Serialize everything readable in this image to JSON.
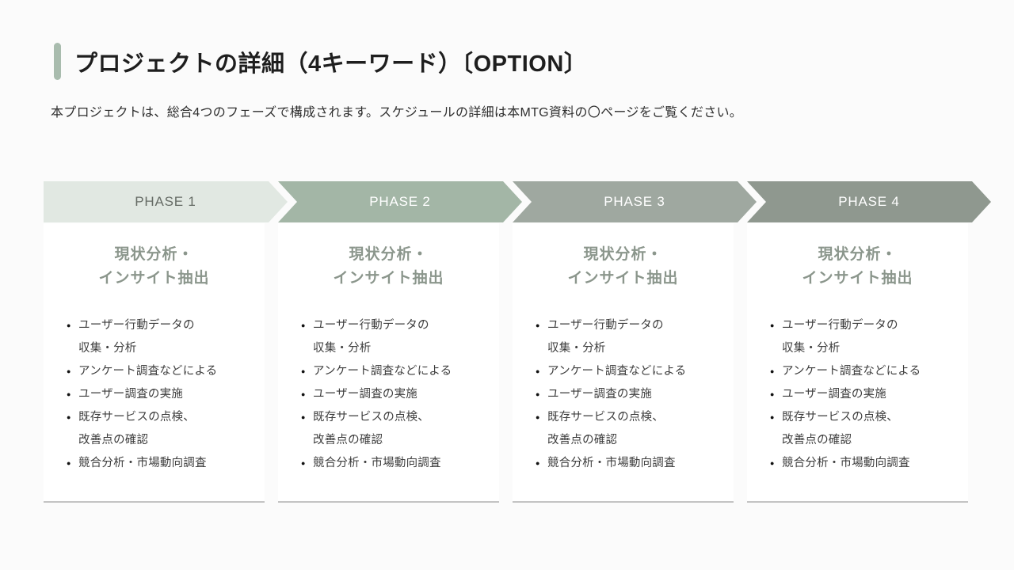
{
  "header": {
    "title": "プロジェクトの詳細（4キーワード）〔OPTION〕",
    "subtitle": "本プロジェクトは、総合4つのフェーズで構成されます。スケジュールの詳細は本MTG資料の〇ページをご覧ください。"
  },
  "colors": {
    "page_bg": "#fbfbfb",
    "card_bg": "#ffffff",
    "card_border": "#c3c3c3",
    "accent_bar": "#a9bcae",
    "heading_text": "#8b968c",
    "bullet_text": "#3d3d3d",
    "title_text": "#1e1e1e"
  },
  "phases": [
    {
      "label": "PHASE 1",
      "bg": "#e1e8e2",
      "label_color": "#666c66",
      "heading": "現状分析・\nインサイト抽出",
      "bullets": [
        "ユーザー行動データの\n収集・分析",
        "アンケート調査などによる",
        "ユーザー調査の実施",
        "既存サービスの点検、\n改善点の確認",
        "競合分析・市場動向調査"
      ]
    },
    {
      "label": "PHASE 2",
      "bg": "#a3b6a6",
      "label_color": "#ffffff",
      "heading": "現状分析・\nインサイト抽出",
      "bullets": [
        "ユーザー行動データの\n収集・分析",
        "アンケート調査などによる",
        "ユーザー調査の実施",
        "既存サービスの点検、\n改善点の確認",
        "競合分析・市場動向調査"
      ]
    },
    {
      "label": "PHASE 3",
      "bg": "#9fa8a0",
      "label_color": "#ffffff",
      "heading": "現状分析・\nインサイト抽出",
      "bullets": [
        "ユーザー行動データの\n収集・分析",
        "アンケート調査などによる",
        "ユーザー調査の実施",
        "既存サービスの点検、\n改善点の確認",
        "競合分析・市場動向調査"
      ]
    },
    {
      "label": "PHASE 4",
      "bg": "#8f988f",
      "label_color": "#ffffff",
      "heading": "現状分析・\nインサイト抽出",
      "bullets": [
        "ユーザー行動データの\n収集・分析",
        "アンケート調査などによる",
        "ユーザー調査の実施",
        "既存サービスの点検、\n改善点の確認",
        "競合分析・市場動向調査"
      ]
    }
  ]
}
